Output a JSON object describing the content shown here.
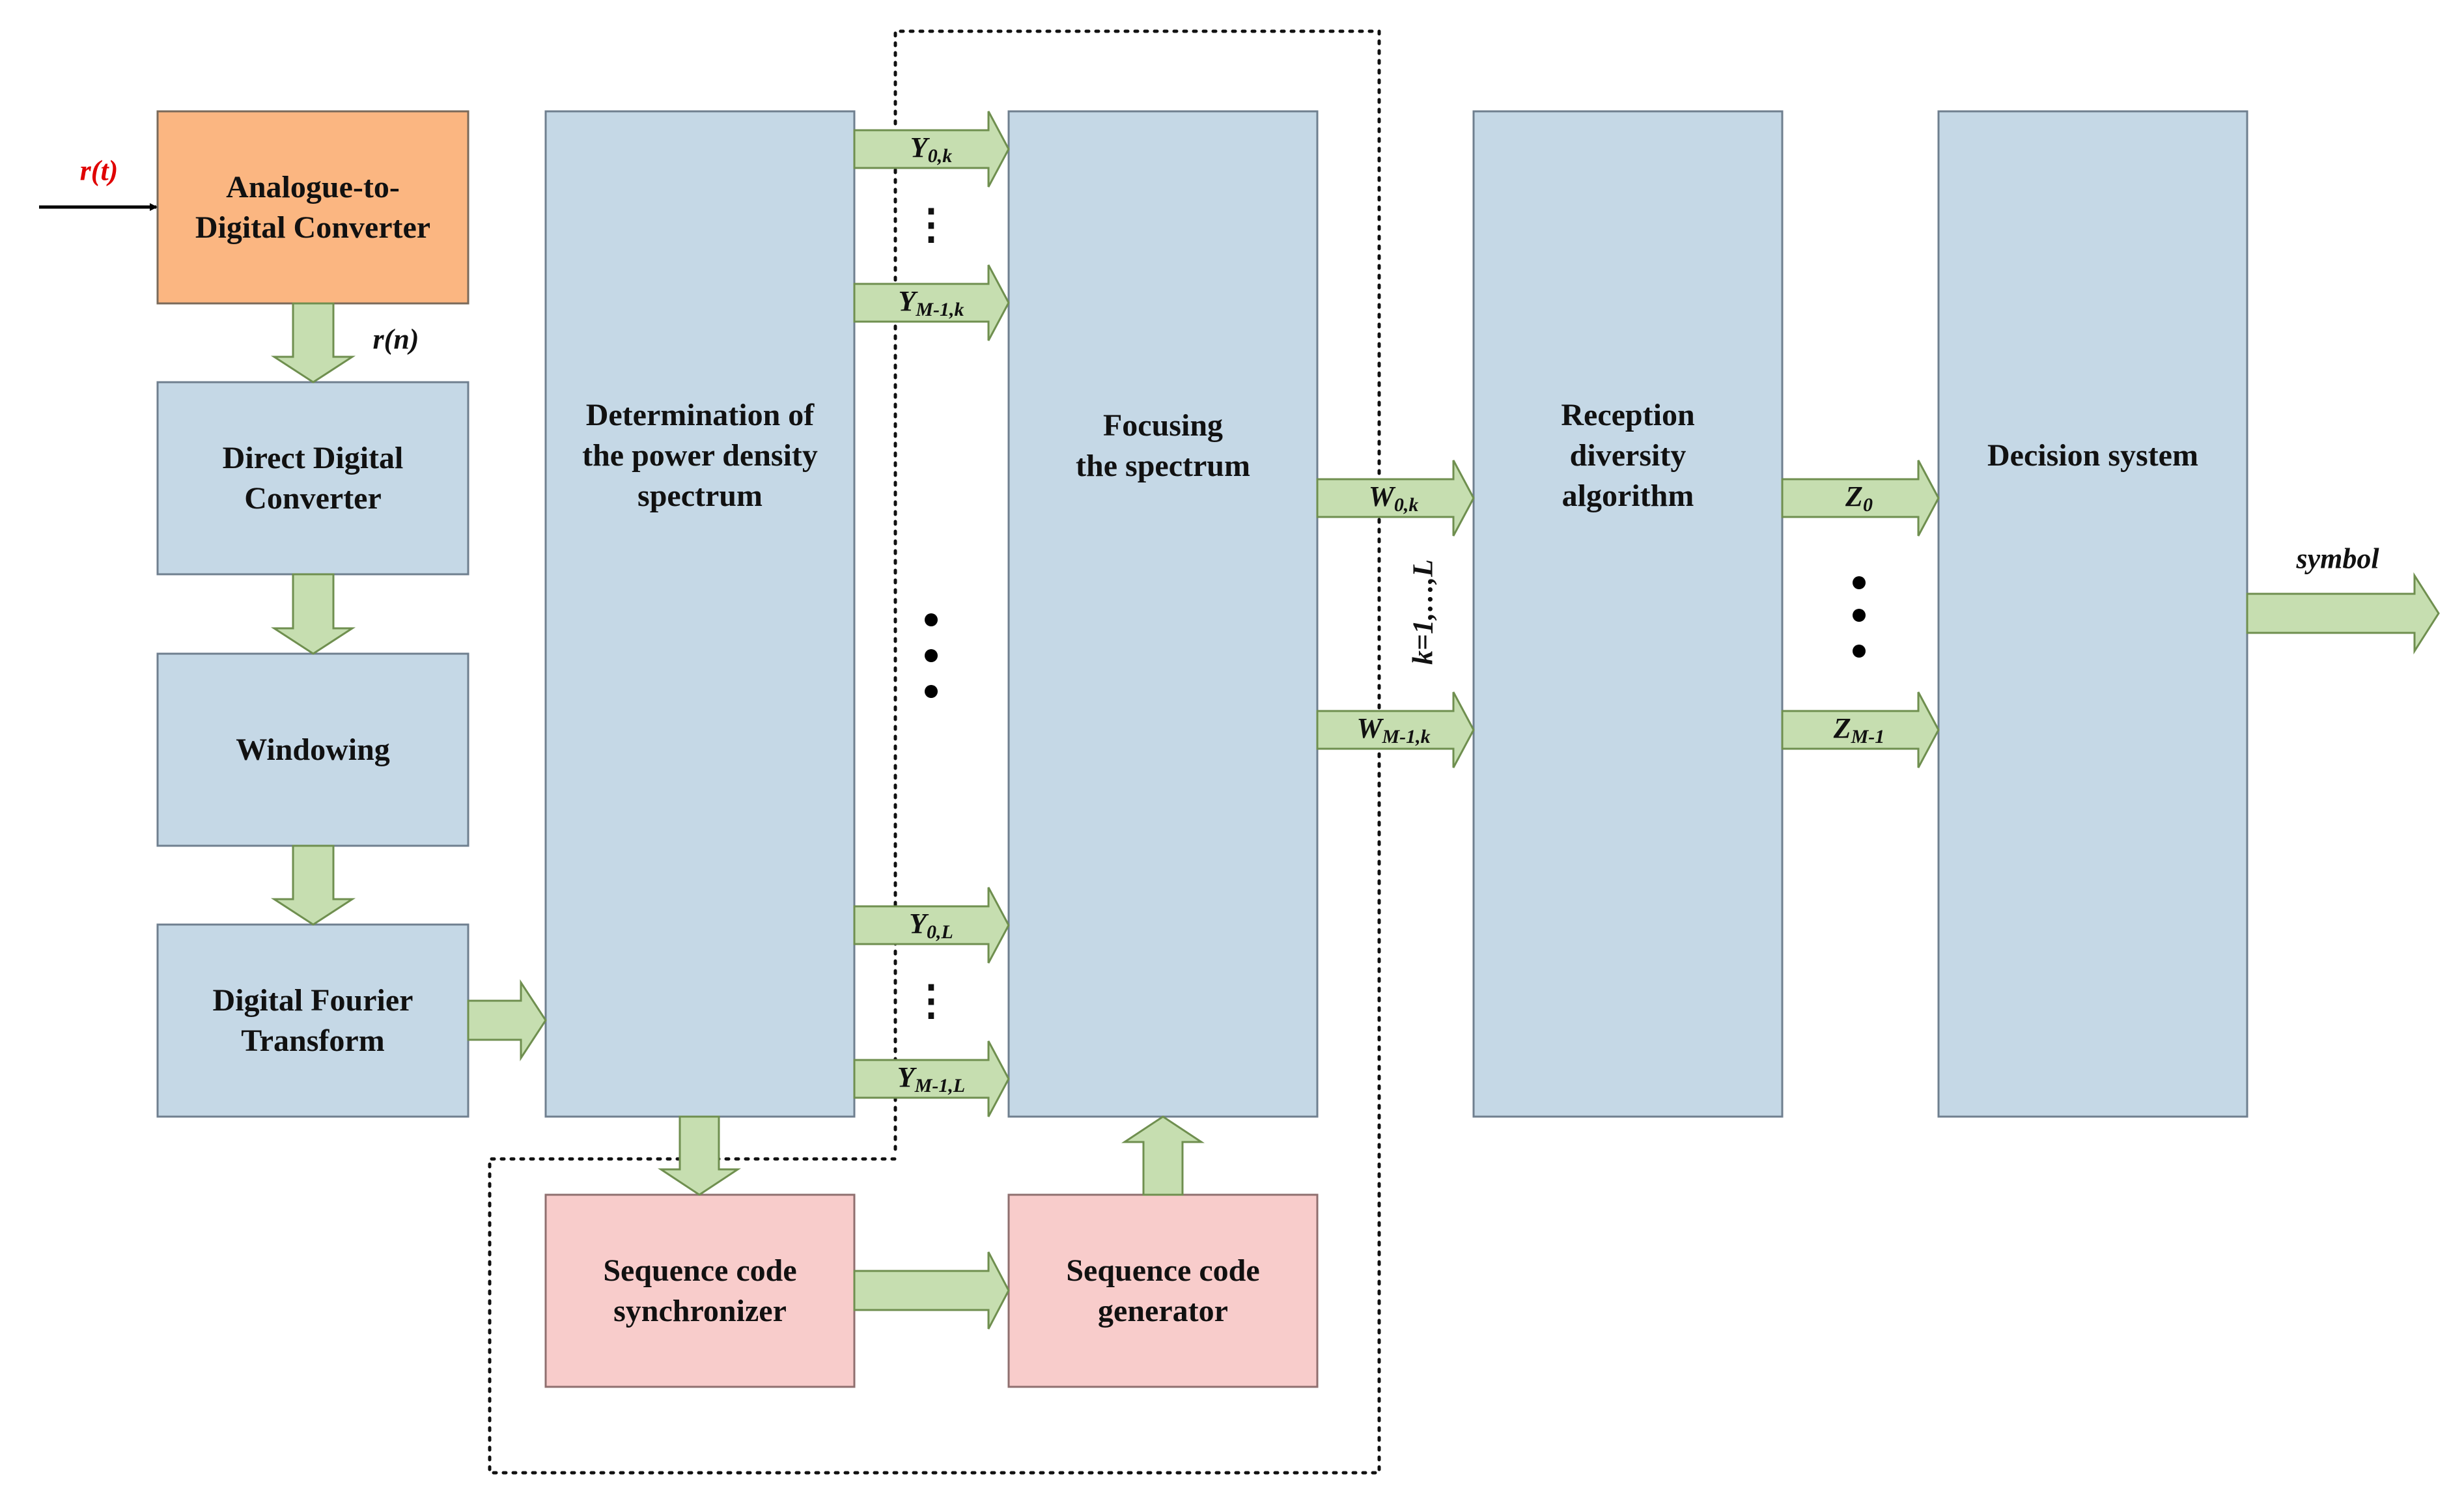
{
  "colors": {
    "blue_block": "#c5d8e6",
    "orange_block": "#fbb681",
    "pink_block": "#f8cccb",
    "arrow_fill": "#c6deb0",
    "arrow_stroke": "#6f8f4f",
    "input_label": "#e00000"
  },
  "blocks": {
    "adc": {
      "line1": "Analogue-to-",
      "line2": "Digital Converter"
    },
    "ddc": {
      "line1": "Direct Digital",
      "line2": "Converter"
    },
    "windowing": {
      "line1": "Windowing"
    },
    "dft": {
      "line1": "Digital Fourier",
      "line2": "Transform"
    },
    "psd": {
      "line1": "Determination of",
      "line2": "the power density",
      "line3": "spectrum"
    },
    "focusing": {
      "line1": "Focusing",
      "line2": "the spectrum"
    },
    "reception": {
      "line1": "Reception",
      "line2": "diversity",
      "line3": "algorithm"
    },
    "decision": {
      "line1": "Decision system"
    },
    "sync": {
      "line1": "Sequence code",
      "line2": "synchronizer"
    },
    "generator": {
      "line1": "Sequence code",
      "line2": "generator"
    }
  },
  "signals": {
    "input": {
      "main": "r(t)"
    },
    "rn": {
      "main": "r(n)"
    },
    "y0k": {
      "main": "Y",
      "sub": "0,k"
    },
    "ym1k": {
      "main": "Y",
      "sub": "M-1,k"
    },
    "y0l": {
      "main": "Y",
      "sub": "0,L"
    },
    "ym1l": {
      "main": "Y",
      "sub": "M-1,L"
    },
    "w0k": {
      "main": "W",
      "sub": "0,k"
    },
    "wm1k": {
      "main": "W",
      "sub": "M-1,k"
    },
    "z0": {
      "main": "Z",
      "sub": "0"
    },
    "zm1": {
      "main": "Z",
      "sub": "M-1"
    },
    "krange": {
      "main": "k=1,…,L"
    },
    "output": {
      "main": "symbol"
    }
  },
  "ellipsis": "⋮"
}
